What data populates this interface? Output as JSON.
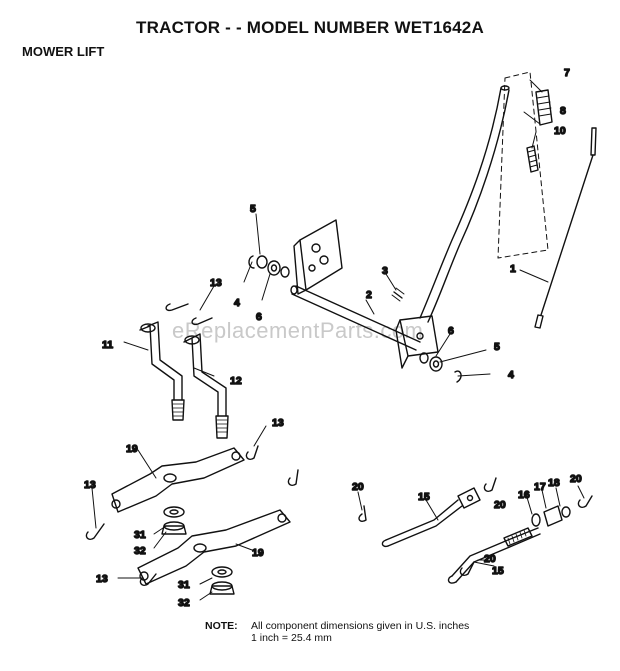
{
  "header": {
    "title": "TRACTOR - - MODEL NUMBER WET1642A",
    "subtitle": "MOWER LIFT"
  },
  "watermark": "eReplacementParts.com",
  "callouts": {
    "c1": "1",
    "c2": "2",
    "c3": "3",
    "c4a": "4",
    "c4b": "4",
    "c5a": "5",
    "c5b": "5",
    "c6a": "6",
    "c6b": "6",
    "c7": "7",
    "c8": "8",
    "c10": "10",
    "c11": "11",
    "c12": "12",
    "c13a": "13",
    "c13b": "13",
    "c13c": "13",
    "c13d": "13",
    "c15a": "15",
    "c15b": "15",
    "c16": "16",
    "c17": "17",
    "c18": "18",
    "c19a": "19",
    "c19b": "19",
    "c20a": "20",
    "c20b": "20",
    "c20c": "20",
    "c20d": "20",
    "c31a": "31",
    "c31b": "31",
    "c32a": "32",
    "c32b": "32"
  },
  "footnote": {
    "label": "NOTE:",
    "line1": "All component dimensions given in U.S. inches",
    "line2": "1 inch = 25.4 mm"
  }
}
